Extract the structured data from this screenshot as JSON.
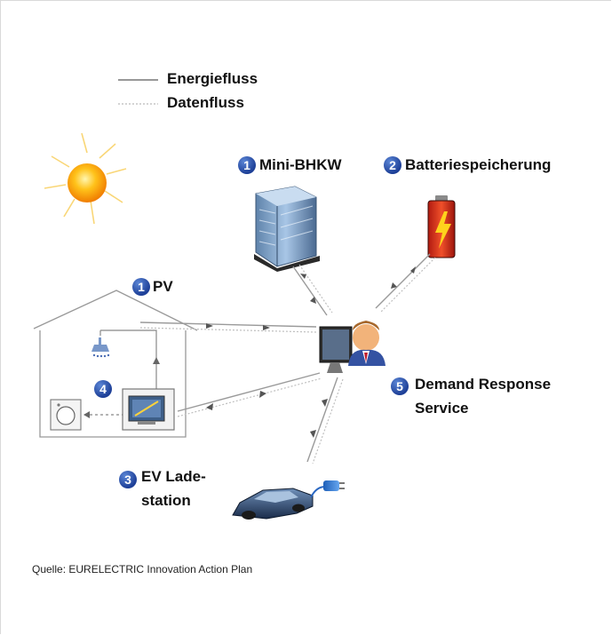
{
  "legend": {
    "energy_label": "Energiefluss",
    "data_label": "Datenfluss"
  },
  "nodes": {
    "mini_bhkw": {
      "badge": "1",
      "label": "Mini-BHKW"
    },
    "battery": {
      "badge": "2",
      "label": "Batteriespeicherung"
    },
    "pv": {
      "badge": "1",
      "label": "PV"
    },
    "house": {
      "badge": "4"
    },
    "demand_response": {
      "badge": "5",
      "label_line1": "Demand Response",
      "label_line2": "Service"
    },
    "ev": {
      "badge": "3",
      "label_line1": "EV Lade-",
      "label_line2": "station"
    }
  },
  "source": "Quelle: EURELECTRIC Innovation Action Plan",
  "colors": {
    "badge": "#1d3f97",
    "sun": "#f7a21b",
    "energy_line": "#8a8a8a",
    "data_line": "#b0b0b0"
  }
}
